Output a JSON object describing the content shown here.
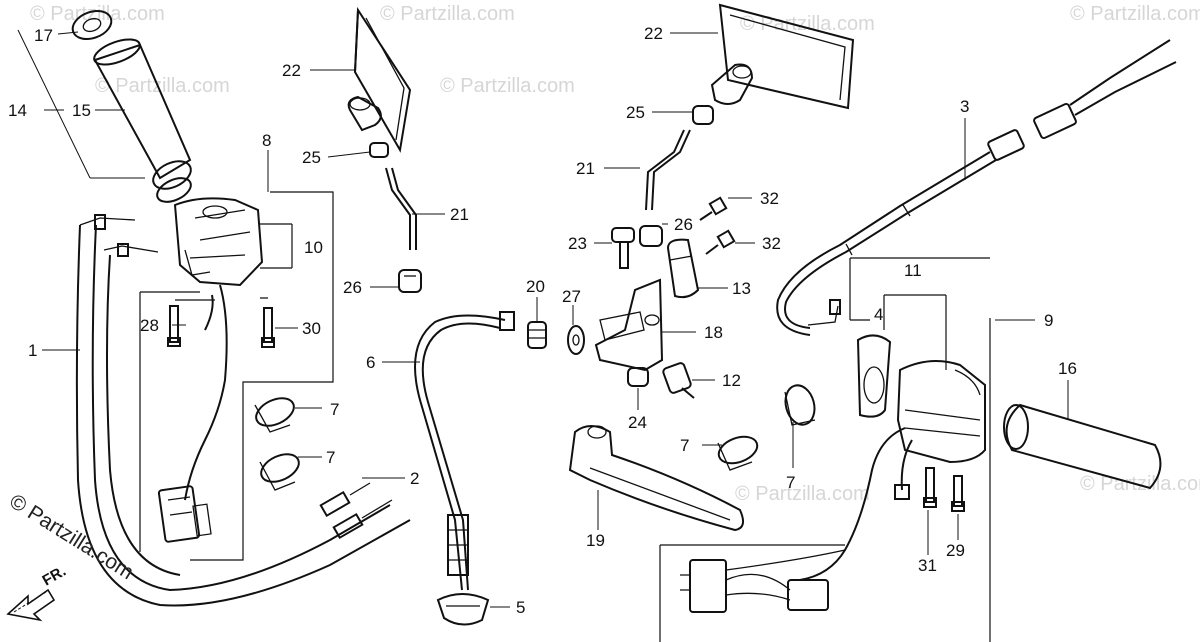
{
  "watermarks": [
    "© Partzilla.com",
    "© Partzilla.com",
    "© Partzilla.com",
    "© Partzilla.com",
    "© Partzilla.com",
    "© Partzilla.com",
    "© Partzilla.com",
    "© Partzilla.com"
  ],
  "corner_watermark": "© Partzilla.com",
  "direction_label": "FR.",
  "callouts": [
    "17",
    "15",
    "14",
    "8",
    "10",
    "22",
    "25",
    "21",
    "26",
    "28",
    "30",
    "1",
    "7",
    "7",
    "2",
    "6",
    "5",
    "22",
    "25",
    "21",
    "26",
    "32",
    "32",
    "23",
    "13",
    "20",
    "27",
    "18",
    "12",
    "24",
    "3",
    "11",
    "4",
    "9",
    "16",
    "7",
    "7",
    "19",
    "31",
    "29"
  ]
}
